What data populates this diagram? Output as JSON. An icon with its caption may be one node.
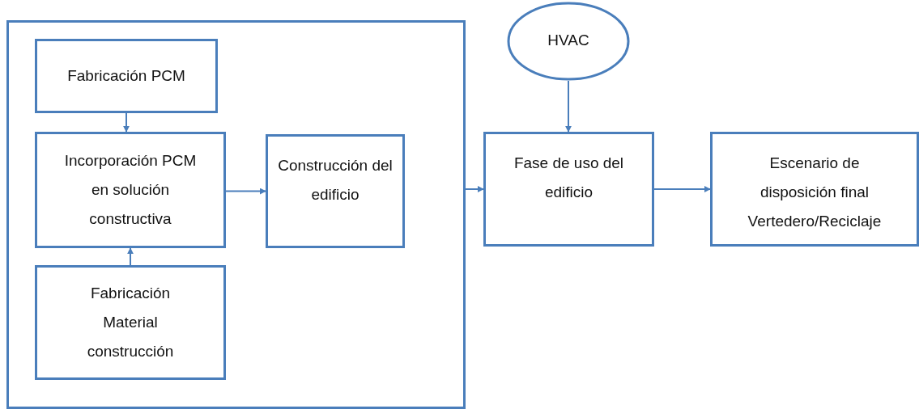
{
  "diagram": {
    "nodes": [
      {
        "text": [],
        "shape": "box"
      },
      {
        "text": [
          "Fabricación PCM"
        ],
        "in": 0
      },
      {
        "text": [
          "Incorporación PCM en solución constructiva"
        ],
        "in": 0
      },
      {
        "text": [
          "Fabricación Material construcción"
        ],
        "in": 0
      },
      {
        "text": [
          "Construcción del edificio"
        ],
        "in": 0
      },
      {
        "text": [
          "HVAC"
        ]
      },
      {
        "text": [
          "Fase de uso del edificio"
        ]
      },
      {
        "text": [
          "Escenario de disposición final Vertedero/Reciclaje"
        ]
      }
    ],
    "edges": [
      {
        "from": 1,
        "to": 2,
        "arrow": "to"
      },
      {
        "from": 3,
        "to": 2,
        "arrow": "to"
      },
      {
        "from": 2,
        "to": 4,
        "arrow": "to"
      },
      {
        "from": 0,
        "to": 6,
        "arrow": "to"
      },
      {
        "from": 5,
        "to": 6,
        "arrow": "to"
      },
      {
        "from": 6,
        "to": 7,
        "arrow": "to"
      }
    ]
  }
}
